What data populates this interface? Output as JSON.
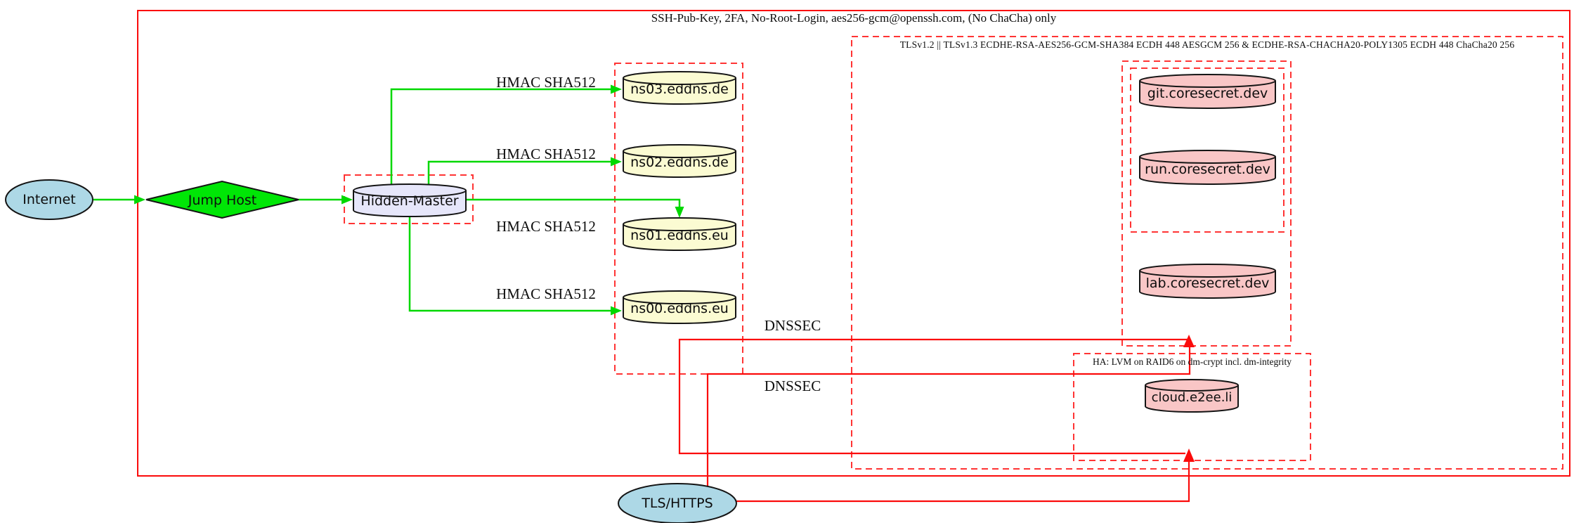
{
  "page": {
    "background": "#ffffff"
  },
  "colors": {
    "box_red_solid": "#fb0b0b",
    "box_red_dashed": "#ff3434",
    "edge_green": "#00d800",
    "edge_red": "#fb0b0b",
    "node_blue": "#add8e6",
    "node_green": "#00e606",
    "node_lavender": "#e6e6fa",
    "node_yellow": "#fbfbd2",
    "node_pink": "#f9c6c6",
    "node_stroke": "#141414"
  },
  "clusters": {
    "ssh_label": "SSH-Pub-Key, 2FA, No-Root-Login, aes256-gcm@openssh.com, (No ChaCha) only",
    "tls_label": "TLSv1.2 || TLSv1.3 ECDHE-RSA-AES256-GCM-SHA384 ECDH 448 AESGCM 256 & ECDHE-RSA-CHACHA20-POLY1305 ECDH 448 ChaCha20 256",
    "ha_label": "HA: LVM on RAID6 on dm-crypt incl. dm-integrity"
  },
  "nodes": {
    "internet": "Internet",
    "jump_host": "Jump Host",
    "hidden_master": "Hidden-Master",
    "ns03": "ns03.eddns.de",
    "ns02": "ns02.eddns.de",
    "ns01": "ns01.eddns.eu",
    "ns00": "ns00.eddns.eu",
    "git": "git.coresecret.dev",
    "run": "run.coresecret.dev",
    "lab": "lab.coresecret.dev",
    "cloud": "cloud.e2ee.li",
    "tls_https": "TLS/HTTPS"
  },
  "edge_labels": {
    "hmac_ns03": "HMAC SHA512",
    "hmac_ns02": "HMAC SHA512",
    "hmac_ns01": "HMAC SHA512",
    "hmac_ns00": "HMAC SHA512",
    "dnssec_top": "DNSSEC",
    "dnssec_bottom": "DNSSEC"
  }
}
